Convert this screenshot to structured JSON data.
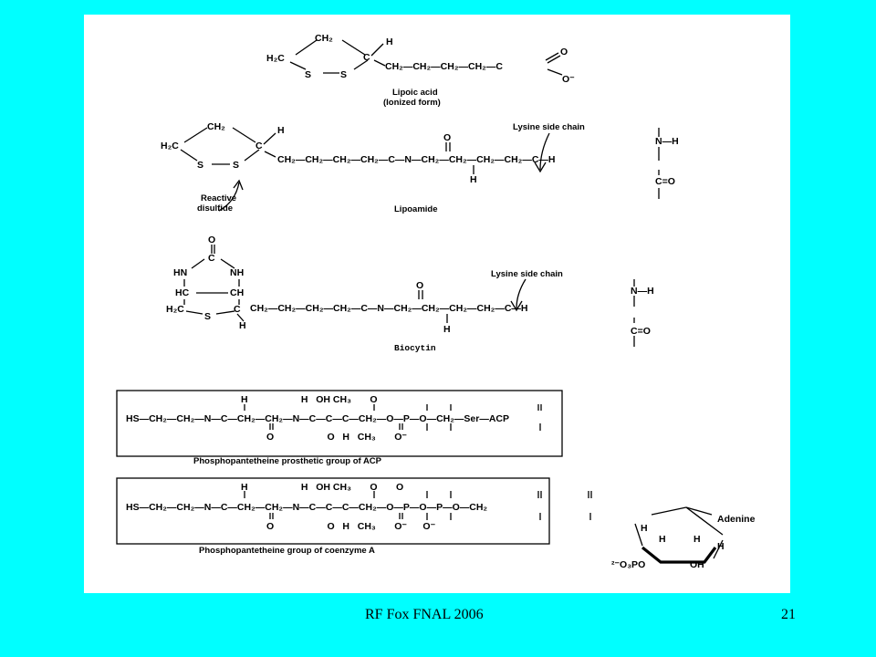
{
  "footer": {
    "left_text": "RF Fox  FNAL 2006",
    "page_number": "21"
  },
  "figure": {
    "lipoic_acid": {
      "name": "Lipoic acid",
      "subtitle": "(Ionized form)",
      "atoms": {
        "ch2_top": "CH₂",
        "h2c": "H₂C",
        "c": "C",
        "h": "H",
        "s1": "S",
        "s2": "S",
        "chain": "CH₂—CH₂—CH₂—CH₂—C",
        "o": "O",
        "o_minus": "O⁻"
      }
    },
    "lipoamide": {
      "name": "Lipoamide",
      "lysine_label": "Lysine side chain",
      "reactive_label_1": "Reactive",
      "reactive_label_2": "disulfide",
      "atoms": {
        "ch2_top": "CH₂",
        "h2c": "H₂C",
        "c": "C",
        "h": "H",
        "s1": "S",
        "s2": "S",
        "chain": "CH₂—CH₂—CH₂—CH₂—C—N—CH₂—CH₂—CH₂—CH₂—C—H",
        "o": "O",
        "nh_h": "H",
        "n_h": "N—H",
        "c_o": "C=O"
      }
    },
    "biocytin": {
      "name": "Biocytin",
      "lysine_label": "Lysine side chain",
      "atoms": {
        "o_top": "O",
        "c_top": "C",
        "hn": "HN",
        "nh": "NH",
        "hc": "HC",
        "ch": "CH",
        "h2c": "H₂C",
        "s": "S",
        "c": "C",
        "h": "H",
        "chain": "CH₂—CH₂—CH₂—CH₂—C—N—CH₂—CH₂—CH₂—CH₂—C—H",
        "o": "O",
        "nh_h": "H",
        "n_h": "N—H",
        "c_o": "C=O"
      }
    },
    "acp": {
      "caption": "Phosphopantetheine prosthetic group of ACP",
      "row_top": "H                    H   OH CH₃       O",
      "row_main": "HS—CH₂—CH₂—N—C—CH₂—CH₂—N—C—C—C—CH₂—O—P—O—CH₂—Ser—ACP",
      "row_bottom": "O                    O   H   CH₃       O⁻"
    },
    "coa": {
      "caption": "Phosphopantetheine group of coenzyme A",
      "row_top": "H                    H   OH CH₃       O       O",
      "row_main": "HS—CH₂—CH₂—N—C—CH₂—CH₂—N—C—C—C—CH₂—O—P—O—P—O—CH₂",
      "row_bottom": "O                    O   H   CH₃       O⁻      O⁻",
      "adenine": "Adenine",
      "phosphate": "²⁻O₃PO",
      "oh": "OH",
      "h_labels": [
        "H",
        "H",
        "H",
        "H"
      ]
    }
  }
}
